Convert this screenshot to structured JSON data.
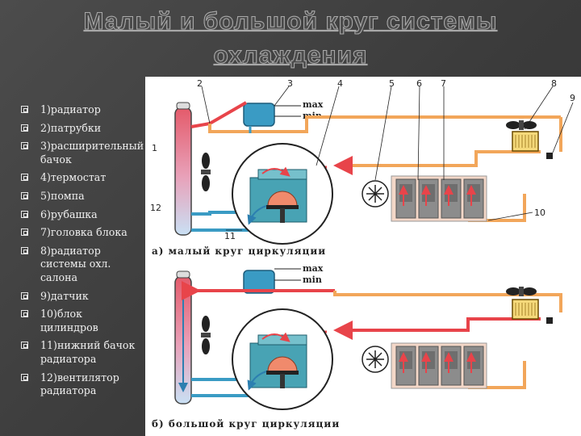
{
  "title": {
    "line1": "Малый и большой круг системы",
    "line2": "охлаждения"
  },
  "legend": [
    "1)радиатор",
    "2)патрубки",
    "3)расширительный бачок",
    "4)термостат",
    "5)помпа",
    "6)рубашка",
    "7)головка блока",
    "8)радиатор системы охл. салона",
    "9)датчик",
    "10)блок цилиндров",
    "11)нижний бачок радиатора",
    "12)вентилятор радиатора"
  ],
  "diagram": {
    "numbers": [
      "1",
      "2",
      "3",
      "4",
      "5",
      "6",
      "7",
      "8",
      "9",
      "10",
      "11",
      "12"
    ],
    "max_label": "max",
    "min_label": "min",
    "caption_a": "а) малый круг циркуляции",
    "caption_b": "б) большой круг циркуляции",
    "colors": {
      "hot": "#e8444a",
      "warm": "#f2a65a",
      "cold": "#3a9bc4",
      "block": "#8c8c8c"
    }
  }
}
